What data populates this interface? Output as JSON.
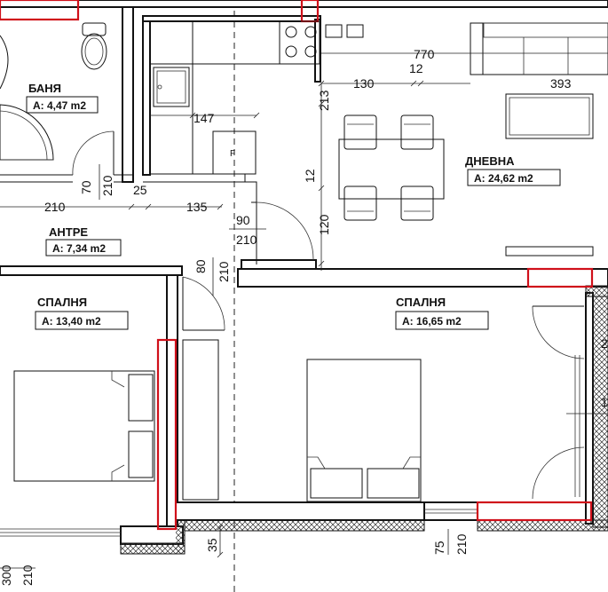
{
  "rooms": [
    {
      "name": "БАНЯ",
      "area": "A: 4,47 m2"
    },
    {
      "name": "АНТРЕ",
      "area": "A: 7,34 m2"
    },
    {
      "name": "ДНЕВНА",
      "area": "A: 24,62 m2"
    },
    {
      "name": "СПАЛНЯ",
      "area": "A: 13,40 m2"
    },
    {
      "name": "СПАЛНЯ",
      "area": "A: 16,65 m2"
    }
  ],
  "dimensions": {
    "d770": "770",
    "d130": "130",
    "d12a": "12",
    "d393": "393",
    "d213": "213",
    "d147": "147",
    "d12b": "12",
    "d120": "120",
    "d210a": "210",
    "d25": "25",
    "d135": "135",
    "d90": "90",
    "d210b": "210",
    "d70": "70",
    "d210c": "210",
    "d80": "80",
    "d210d": "210",
    "d35": "35",
    "d75": "75",
    "d210e": "210",
    "d300": "300",
    "d210f": "210",
    "d2": "2",
    "d1": "1"
  },
  "colors": {
    "wall": "#111111",
    "opening": "#d0101a",
    "background": "#ffffff"
  }
}
